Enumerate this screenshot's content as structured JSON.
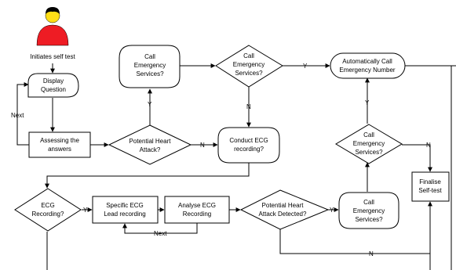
{
  "person": {
    "label": "Initiates self test",
    "body_color": "#ee1c24",
    "head_color": "#ffde17"
  },
  "nodes": {
    "display_question": [
      "Display",
      "Question"
    ],
    "assessing": [
      "Assessing the",
      "answers"
    ],
    "potential_heart_attack": [
      "Potential Heart",
      "Attack?"
    ],
    "call_services_top_left": [
      "Call",
      "Emergency",
      "Services?"
    ],
    "call_services_top_diamond": [
      "Call",
      "Emergency",
      "Services?"
    ],
    "auto_call": [
      "Automatically Call",
      "Emergency Number"
    ],
    "conduct_ecg": [
      "Conduct ECG",
      "recording?"
    ],
    "call_services_right_diamond": [
      "Call",
      "Emergency",
      "Services?"
    ],
    "finalise": [
      "Finalise",
      "Self-test"
    ],
    "ecg_recording": [
      "ECG",
      "Recording?"
    ],
    "specific_ecg": [
      "Specific ECG",
      "Lead recording"
    ],
    "analyse_ecg": [
      "Analyse ECG",
      "Recording"
    ],
    "potential_detected": [
      "Potential Heart",
      "Attack Detected?"
    ],
    "call_services_bottom": [
      "Call",
      "Emergency",
      "Services?"
    ]
  },
  "edge_labels": {
    "next_left": "Next",
    "yes_heart_to_call": "Y",
    "no_heart_to_conduct": "N",
    "yes_call_to_auto": "Y",
    "no_call_to_conduct": "N",
    "yes_right_to_auto": "Y",
    "no_right_to_finalise": "N",
    "yes_ecg_to_specific": "Y",
    "next_bottom": "Next",
    "yes_detected_to_call": "Y",
    "no_detected_bottom": "N"
  }
}
